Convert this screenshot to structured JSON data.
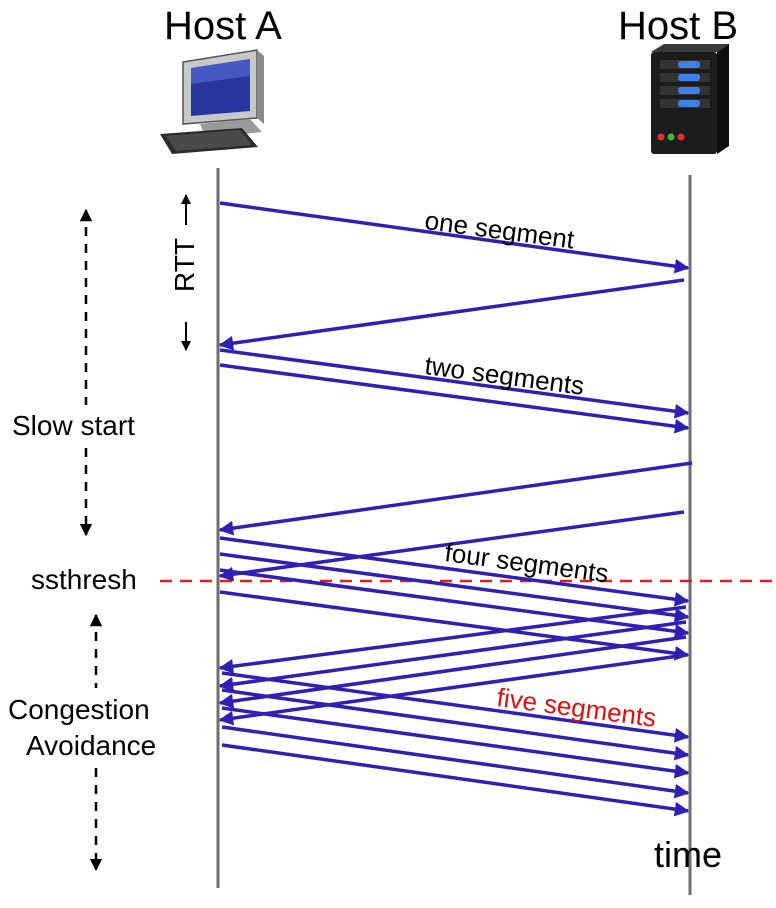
{
  "hosts": {
    "a_label": "Host A",
    "b_label": "Host B"
  },
  "phases": {
    "slow_start": "Slow start",
    "ssthresh": "ssthresh",
    "congestion_avoidance_line1": "Congestion",
    "congestion_avoidance_line2": "Avoidance"
  },
  "rtt_label": "RTT",
  "segment_labels": {
    "one": "one segment",
    "two": "two segments",
    "four": "four segments",
    "five": "five segments"
  },
  "time_label": "time",
  "colors": {
    "arrow": "#2e1fb5",
    "timeline": "#6e6e6e",
    "ssthresh_line": "#e0201f",
    "five_segments_text": "#e01010"
  },
  "icons": {
    "host_a": "desktop-computer-icon",
    "host_b": "server-tower-icon"
  }
}
